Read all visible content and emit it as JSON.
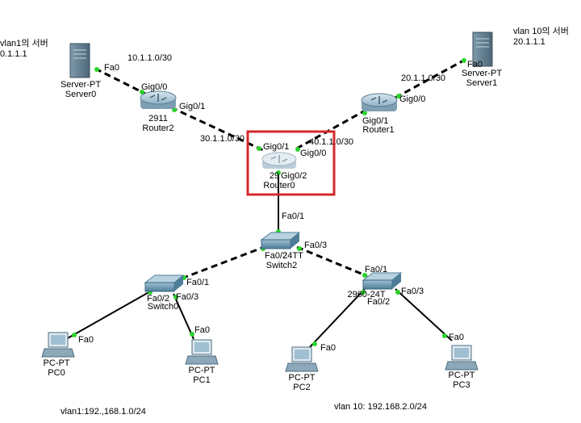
{
  "notes": {
    "vlan1_server": "vlan1의 서버",
    "vlan1_server_ip": "0.1.1.1",
    "vlan10_server": "vlan 10의 서버",
    "vlan10_server_ip": "20.1.1.1",
    "vlan1_subnet": "vlan1:192.,168.1.0/24",
    "vlan10_subnet": "vlan 10: 192.168.2.0/24"
  },
  "networks": {
    "net_10": "10.1.1.0/30",
    "net_20": "20.1.1.0/30",
    "net_30": "30.1.1.0/30",
    "net_40": "40.1.1.0/30"
  },
  "devices": {
    "server0": {
      "type": "Server-PT",
      "name": "Server0"
    },
    "server1": {
      "type": "Server-PT",
      "name": "Server1"
    },
    "router2": {
      "model": "2911",
      "name": "Router2"
    },
    "router1": {
      "name": "Router1"
    },
    "router0": {
      "model": "29",
      "name": "Router0"
    },
    "switch2": {
      "model": "24TT",
      "name": "Switch2"
    },
    "switch0": {
      "name": "Switch0"
    },
    "switch1": {
      "model": "2960-24T"
    },
    "pc0": {
      "type": "PC-PT",
      "name": "PC0"
    },
    "pc1": {
      "type": "PC-PT",
      "name": "PC1"
    },
    "pc2": {
      "type": "PC-PT",
      "name": "PC2"
    },
    "pc3": {
      "type": "PC-PT",
      "name": "PC3"
    }
  },
  "ports": {
    "server0_fa0": "Fa0",
    "router2_gig00": "Gig0/0",
    "router2_gig01": "Gig0/1",
    "server1_fa0": "Fa0",
    "router1_gig00": "Gig0/0",
    "router1_gig01": "Gig0/1",
    "router0_gig01": "Gig0/1",
    "router0_gig00": "Gig0/0",
    "router0_gig02": "Gig0/2",
    "switch2_fa01": "Fa0/1",
    "switch2_fa02": "Fa0/2",
    "switch2_fa03": "Fa0/3",
    "switch0_fa01": "Fa0/1",
    "switch0_fa02": "Fa0/2",
    "switch0_fa03": "Fa0/3",
    "switch1_fa01": "Fa0/1",
    "switch1_fa02": "Fa0/2",
    "switch1_fa03": "Fa0/3",
    "pc0_fa0": "Fa0",
    "pc1_fa0": "Fa0",
    "pc2_fa0": "Fa0",
    "pc3_fa0": "Fa0"
  },
  "colors": {
    "highlight_box": "#d42a2a",
    "link_dot": "#2bd42b",
    "router_body": "#a9c6d6",
    "switch_body": "#6f9bb5"
  }
}
